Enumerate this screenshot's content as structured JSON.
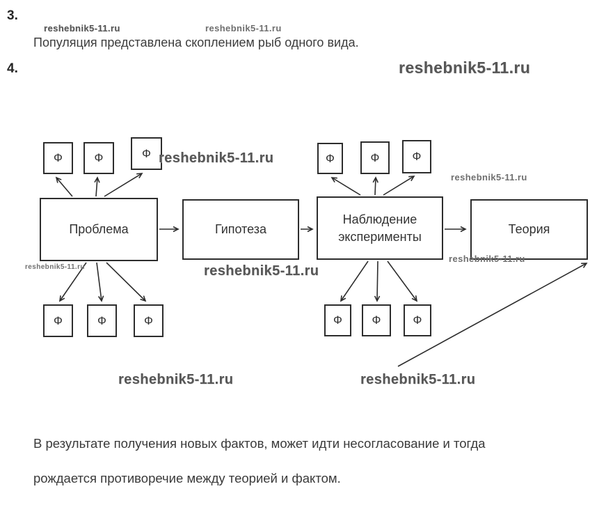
{
  "watermark": {
    "text": "reshebnik5-11.ru"
  },
  "questions": {
    "q3": {
      "number": "3.",
      "answer": "Популяция представлена скоплением рыб одного вида."
    },
    "q4": {
      "number": "4."
    }
  },
  "diagram": {
    "fact_label": "Ф",
    "main_boxes": [
      {
        "label": "Проблема"
      },
      {
        "label": "Гипотеза"
      },
      {
        "label": "Наблюдение эксперименты"
      },
      {
        "label": "Теория"
      }
    ]
  },
  "footer": {
    "line1": "В результате получения новых фактов, может идти несогласование и тогда",
    "line2": "рождается противоречие между теорией и фактом."
  }
}
